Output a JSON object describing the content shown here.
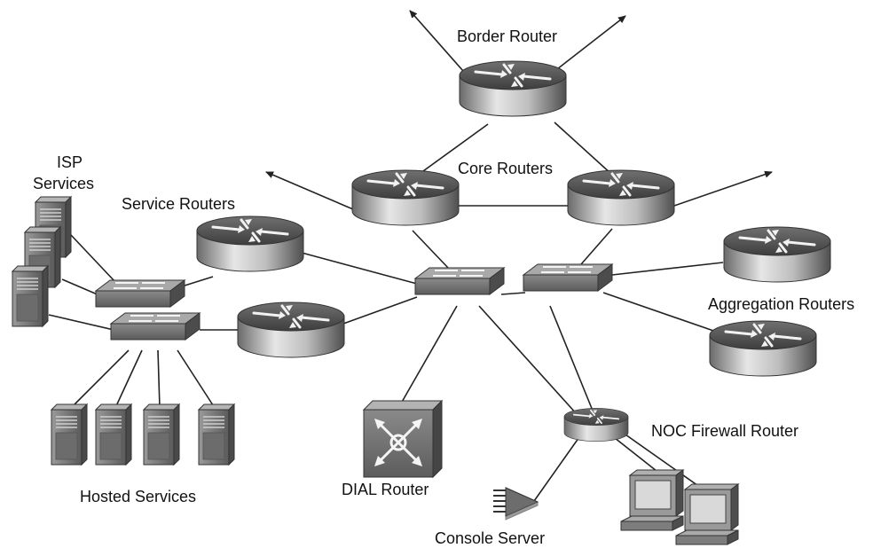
{
  "labels": {
    "border_router": "Border Router",
    "core_routers": "Core Routers",
    "isp_services_1": "ISP",
    "isp_services_2": "Services",
    "service_routers": "Service Routers",
    "aggregation_routers": "Aggregation Routers",
    "hosted_services": "Hosted Services",
    "dial_router": "DIAL Router",
    "noc_firewall_router": "NOC Firewall Router",
    "console_server": "Console Server"
  },
  "colors": {
    "device_dark": "#5a5a5a",
    "device_light": "#d8d8d8",
    "line": "#222222",
    "background": "#ffffff"
  },
  "icons": [
    "router-icon",
    "switch-icon",
    "server-icon",
    "workstation-icon",
    "dial-router-icon",
    "console-server-icon"
  ]
}
